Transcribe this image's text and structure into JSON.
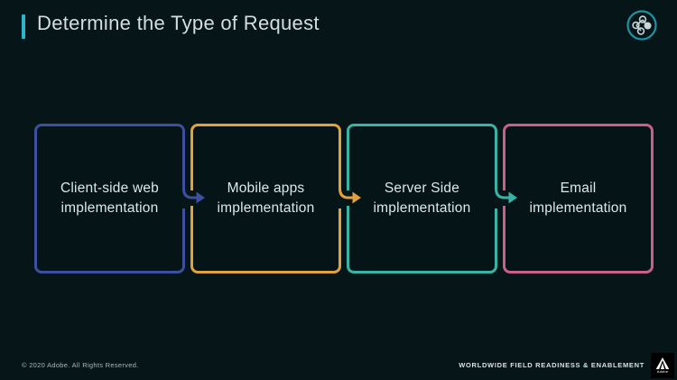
{
  "slide": {
    "title": "Determine the Type of Request",
    "title_accent_color": "#2db4c8",
    "background_color": "#051518"
  },
  "header_icon": {
    "name": "molecule-badge-icon",
    "ring_color": "#1b93a3",
    "node_color": "#c9d5d9"
  },
  "steps": [
    {
      "line1": "Client-side web",
      "line2": "implementation",
      "color": "#3d4f9f"
    },
    {
      "line1": "Mobile apps",
      "line2": "implementation",
      "color": "#e2a23b"
    },
    {
      "line1": "Server Side",
      "line2": "implementation",
      "color": "#39b3a5"
    },
    {
      "line1": "Email",
      "line2": "implementation",
      "color": "#c9608a"
    }
  ],
  "footer": {
    "copyright": "© 2020 Adobe. All Rights Reserved.",
    "org": "WORLDWIDE FIELD READINESS & ENABLEMENT",
    "logo_text": "Adobe"
  }
}
